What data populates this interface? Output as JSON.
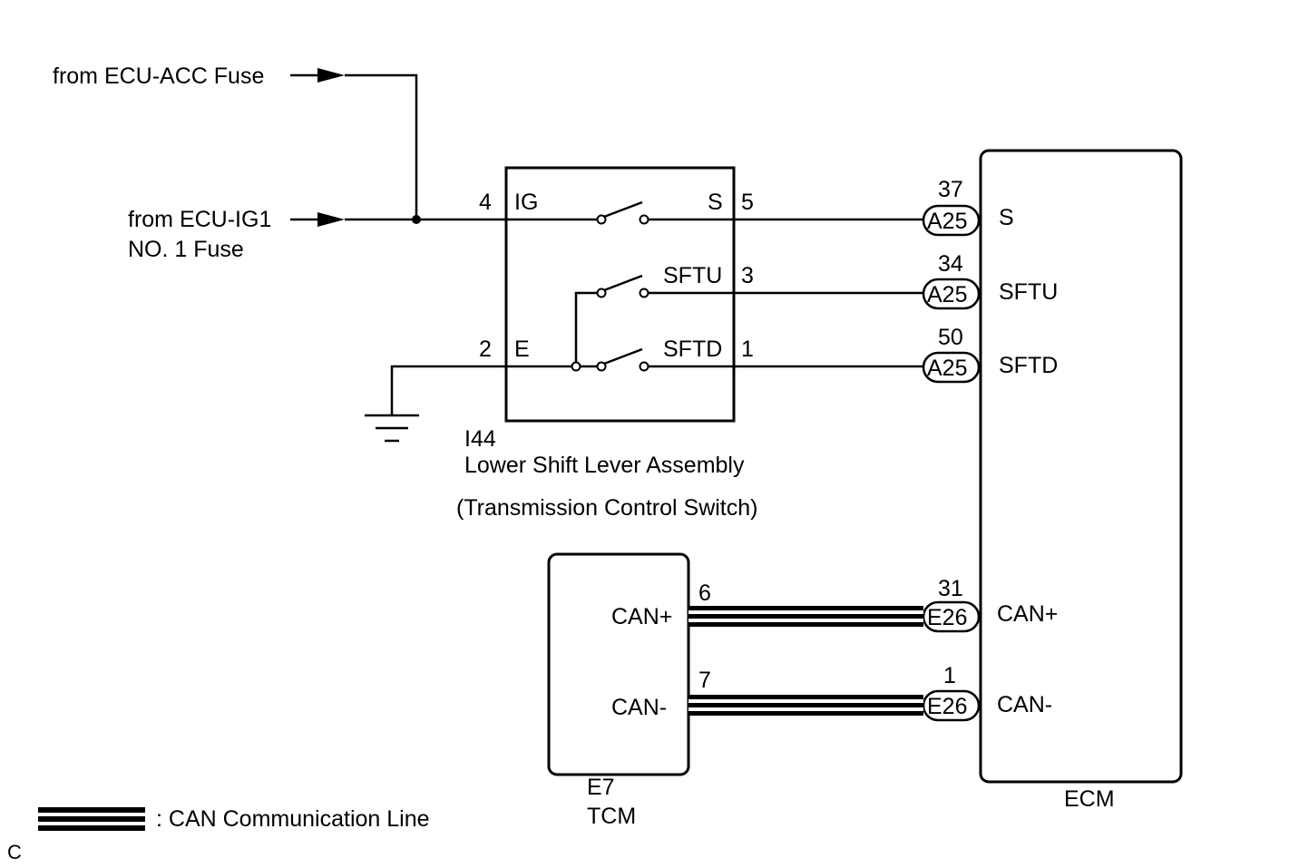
{
  "sources": {
    "acc": "from ECU-ACC Fuse",
    "ig1_line1": "from ECU-IG1",
    "ig1_line2": "NO. 1 Fuse"
  },
  "switch_assembly": {
    "code": "I44",
    "name": "Lower Shift Lever Assembly",
    "subtitle": "(Transmission Control Switch)",
    "pins": [
      {
        "number": "4",
        "label": "IG"
      },
      {
        "number": "5",
        "label": "S"
      },
      {
        "number": "3",
        "label": "SFTU"
      },
      {
        "number": "2",
        "label": "E"
      },
      {
        "number": "1",
        "label": "SFTD"
      }
    ]
  },
  "ecm": {
    "name": "ECM",
    "terminals": [
      {
        "pin": "37",
        "connector": "A25",
        "label": "S"
      },
      {
        "pin": "34",
        "connector": "A25",
        "label": "SFTU"
      },
      {
        "pin": "50",
        "connector": "A25",
        "label": "SFTD"
      },
      {
        "pin": "31",
        "connector": "E26",
        "label": "CAN+"
      },
      {
        "pin": "1",
        "connector": "E26",
        "label": "CAN-"
      }
    ]
  },
  "tcm": {
    "code": "E7",
    "name": "TCM",
    "terminals": [
      {
        "pin": "6",
        "label": "CAN+"
      },
      {
        "pin": "7",
        "label": "CAN-"
      }
    ]
  },
  "legend": {
    "label": ": CAN Communication Line"
  },
  "corner_mark": "C"
}
